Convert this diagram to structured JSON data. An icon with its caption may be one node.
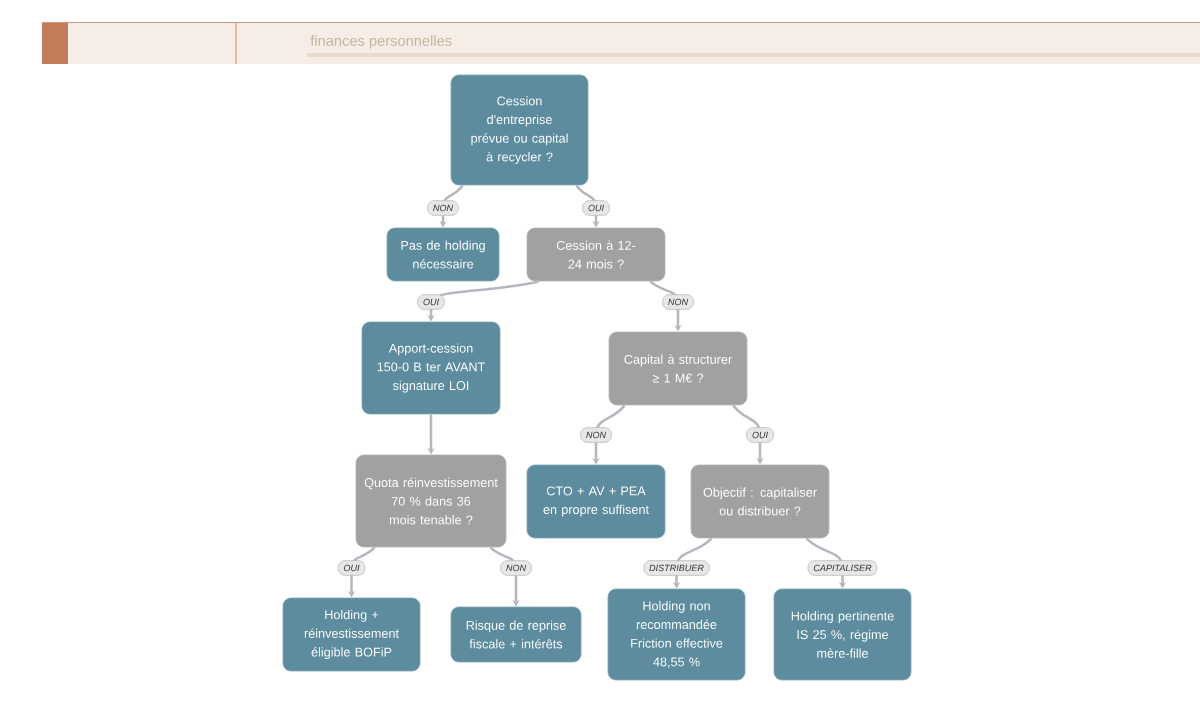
{
  "diagram": {
    "nodes": [
      {
        "text": [
          "Cession d'entreprise prévue ou capital à recycler ?"
        ]
      },
      {
        "text": [
          "Pas de holding nécessaire"
        ]
      },
      {
        "text": [
          "Cession à 12-24 mois ?"
        ]
      },
      {
        "text": [
          "Apport-cession 150-0 B ter AVANT signature LOI"
        ]
      },
      {
        "text": [
          "Capital à structurer ≥ 1 M€ ?"
        ]
      },
      {
        "text": [
          "Quota réinvestissement 70 % dans 36 mois tenable ?"
        ]
      },
      {
        "text": [
          "CTO + AV + PEA en propre suffisent"
        ]
      },
      {
        "text": [
          "Objectif : capitaliser ou distribuer ?"
        ]
      },
      {
        "text": [
          "Holding + réinvestissement éligible BOFiP"
        ]
      },
      {
        "text": [
          "Risque de reprise fiscale + intérêts"
        ]
      },
      {
        "text": [
          "Holding non recommandée Friction effective 48,55 %"
        ]
      },
      {
        "text": [
          "Holding pertinente IS 25 %, régime mère-fille"
        ]
      }
    ],
    "edges": [
      {
        "from": 0,
        "to": 1,
        "arrow": "to",
        "label": "NON"
      },
      {
        "from": 0,
        "to": 2,
        "arrow": "to",
        "label": "OUI"
      },
      {
        "from": 2,
        "to": 3,
        "arrow": "to",
        "label": "OUI"
      },
      {
        "from": 2,
        "to": 4,
        "arrow": "to",
        "label": "NON"
      },
      {
        "from": 3,
        "to": 5,
        "arrow": "to"
      },
      {
        "from": 5,
        "to": 8,
        "arrow": "to",
        "label": "OUI"
      },
      {
        "from": 5,
        "to": 9,
        "arrow": "to",
        "label": "NON"
      },
      {
        "from": 4,
        "to": 6,
        "arrow": "to",
        "label": "NON"
      },
      {
        "from": 4,
        "to": 7,
        "arrow": "to",
        "label": "OUI"
      },
      {
        "from": 7,
        "to": 10,
        "arrow": "to",
        "label": "DISTRIBUER"
      },
      {
        "from": 7,
        "to": 11,
        "arrow": "to",
        "label": "CAPITALISER"
      }
    ],
    "labels": [
      "finances personnelles"
    ]
  }
}
